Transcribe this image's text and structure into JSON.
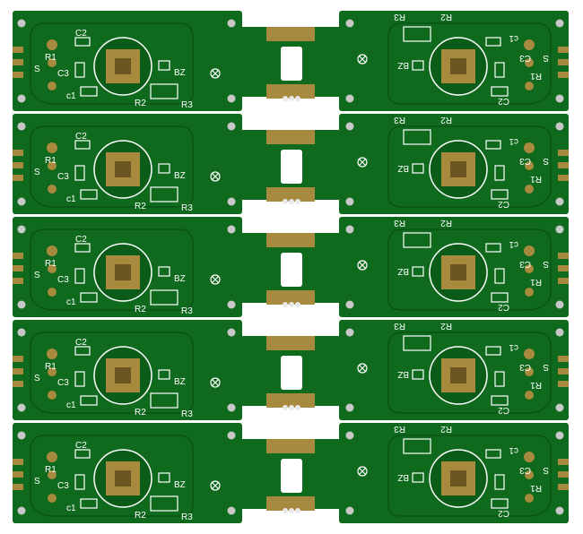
{
  "photo": {
    "subject": "pcb-panel",
    "colors": {
      "background": "#ffffff",
      "soldermask": "#0f6a1e",
      "soldermask_dark": "#0a5316",
      "copper": "#a88a3e",
      "copper_dark": "#6b5520",
      "silkscreen": "#ffffff",
      "hole": "#e8e8e8"
    },
    "board_count": 5,
    "silkscreen_labels": {
      "left": [
        "C2",
        "R1",
        "S",
        "C3",
        "c1",
        "BZ",
        "R2",
        "R3"
      ],
      "right": [
        "R3",
        "R2",
        "c1",
        "C3",
        "R1",
        "S",
        "BZ",
        "C2"
      ]
    }
  }
}
